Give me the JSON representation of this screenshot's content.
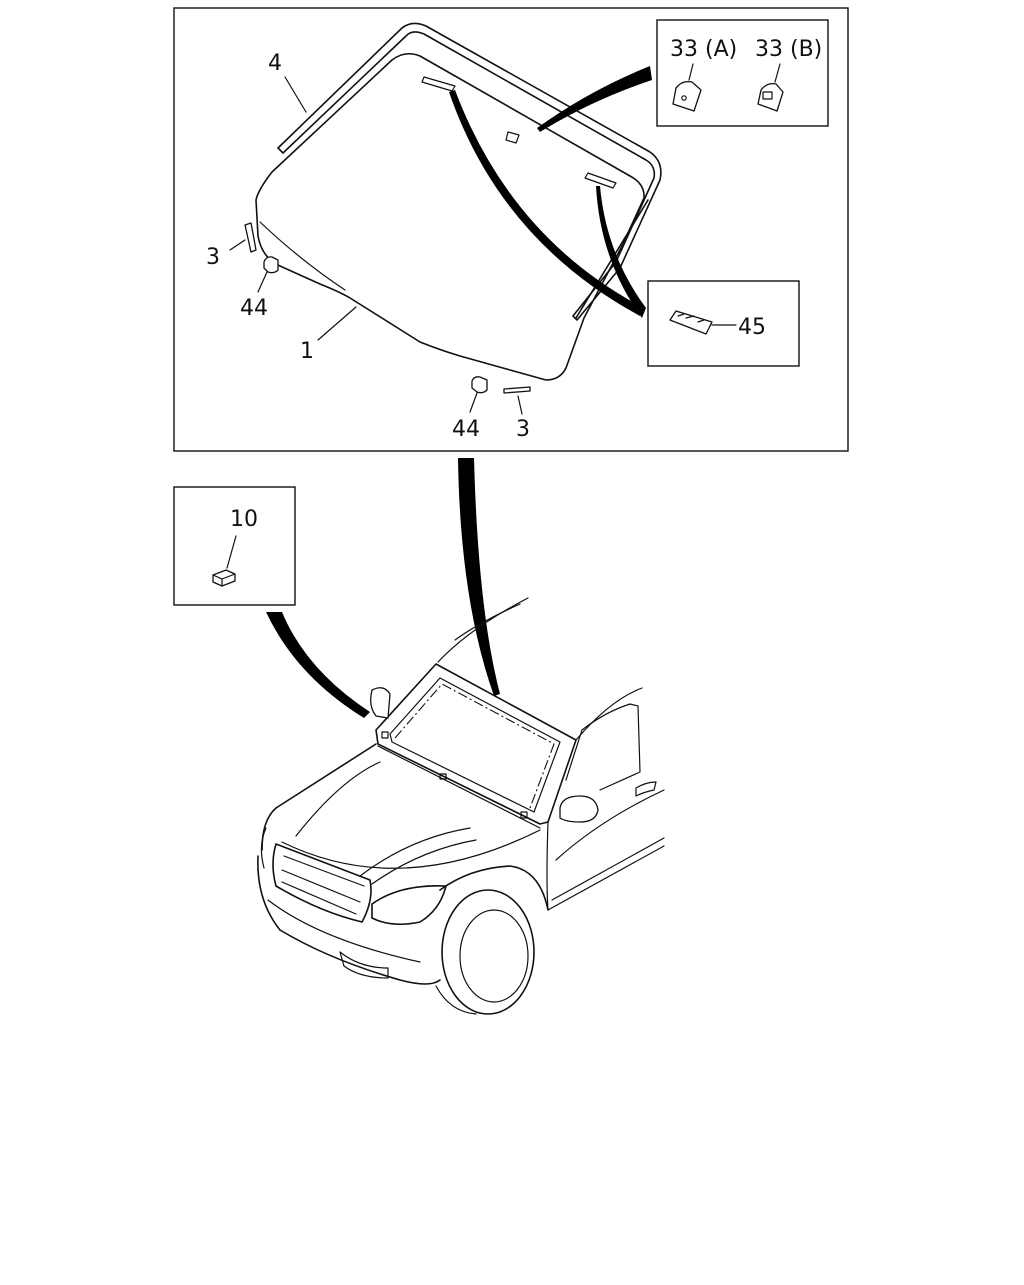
{
  "callouts": {
    "p1": "1",
    "p3_left": "3",
    "p3_bottom": "3",
    "p4": "4",
    "p10": "10",
    "p33a": "33 (A)",
    "p33b": "33 (B)",
    "p44_left": "44",
    "p44_bottom": "44",
    "p45": "45"
  },
  "icons": [
    "windshield-glass",
    "windshield-molding",
    "spacer-clip",
    "glass-stopper",
    "mirror-base",
    "label-sticker",
    "vehicle-front-view"
  ],
  "colors": {
    "line": "#111111",
    "background": "#ffffff"
  }
}
